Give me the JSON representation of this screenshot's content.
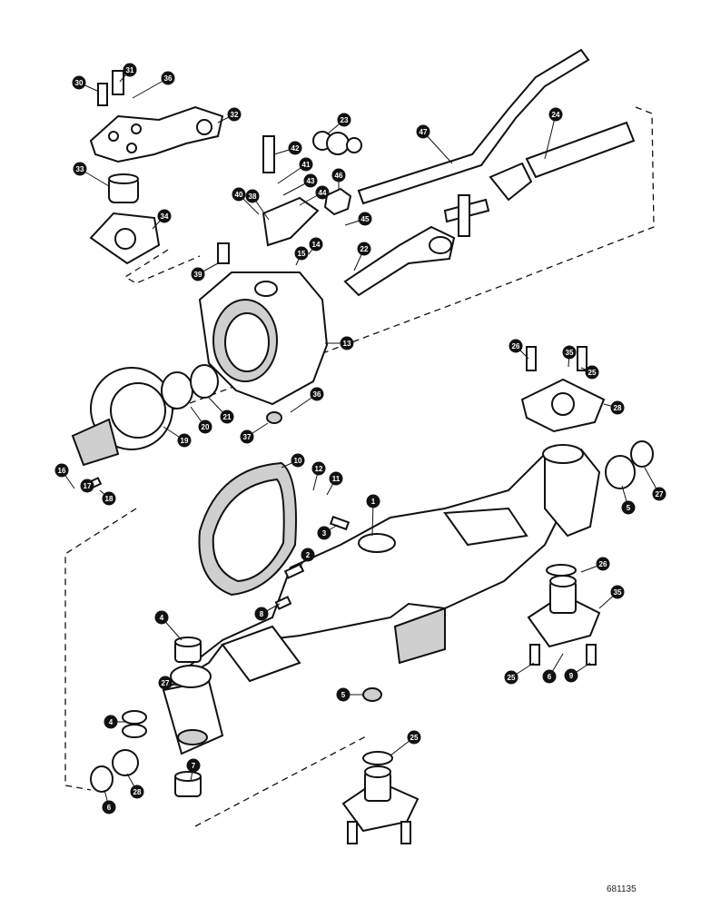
{
  "figure_id": "681135",
  "callouts": [
    "30",
    "31",
    "36",
    "32",
    "33",
    "34",
    "42",
    "41",
    "43",
    "44",
    "40",
    "38",
    "39",
    "14",
    "15",
    "13",
    "45",
    "46",
    "23",
    "47",
    "24",
    "22",
    "19",
    "20",
    "21",
    "36",
    "37",
    "26",
    "35",
    "25",
    "28",
    "10",
    "12",
    "11",
    "16",
    "17",
    "18",
    "1",
    "3",
    "2",
    "8",
    "4",
    "5",
    "27",
    "26",
    "35",
    "25",
    "6",
    "9",
    "7",
    "5",
    "4",
    "6",
    "28",
    "27",
    "25"
  ]
}
